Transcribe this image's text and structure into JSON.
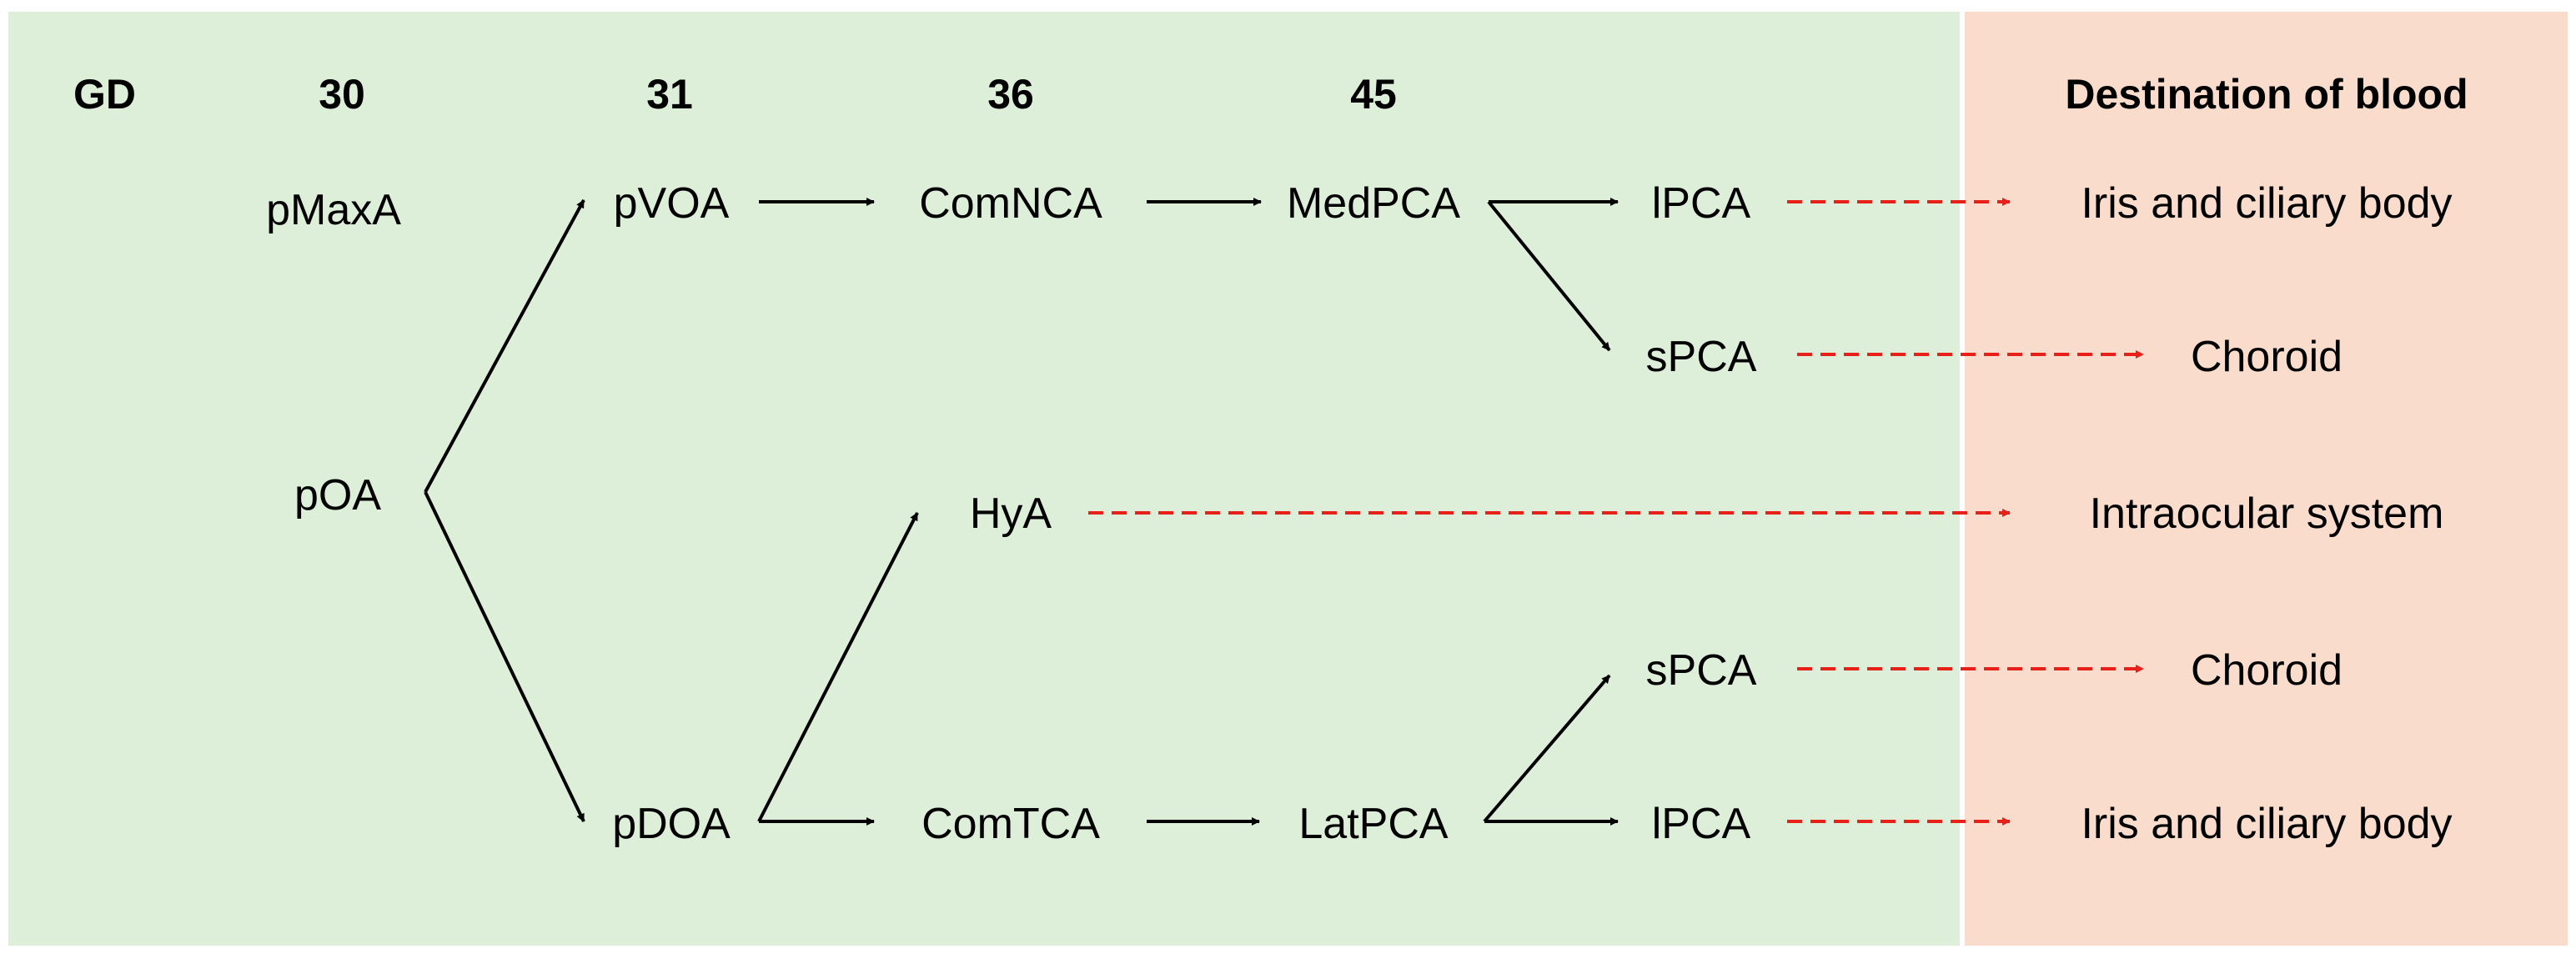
{
  "headers": {
    "gd": "GD",
    "day_30": "30",
    "day_31": "31",
    "day_36": "36",
    "day_45": "45",
    "destination": "Destination of blood"
  },
  "nodes": {
    "pMaxA": "pMaxA",
    "pOA": "pOA",
    "pVOA": "pVOA",
    "pDOA": "pDOA",
    "ComNCA": "ComNCA",
    "MedPCA": "MedPCA",
    "HyA": "HyA",
    "ComTCA": "ComTCA",
    "LatPCA": "LatPCA",
    "lPCA_top": "lPCA",
    "sPCA_top": "sPCA",
    "sPCA_bottom": "sPCA",
    "lPCA_bottom": "lPCA"
  },
  "destinations": {
    "iris_top": "Iris and ciliary body",
    "choroid_top": "Choroid",
    "intraocular": "Intraocular system",
    "choroid_bottom": "Choroid",
    "iris_bottom": "Iris and ciliary body"
  },
  "colors": {
    "vessel_arrow": "#000000",
    "destination_arrow": "#e8201a",
    "development_panel": "#ddefd9",
    "destination_panel": "#fadccc"
  }
}
